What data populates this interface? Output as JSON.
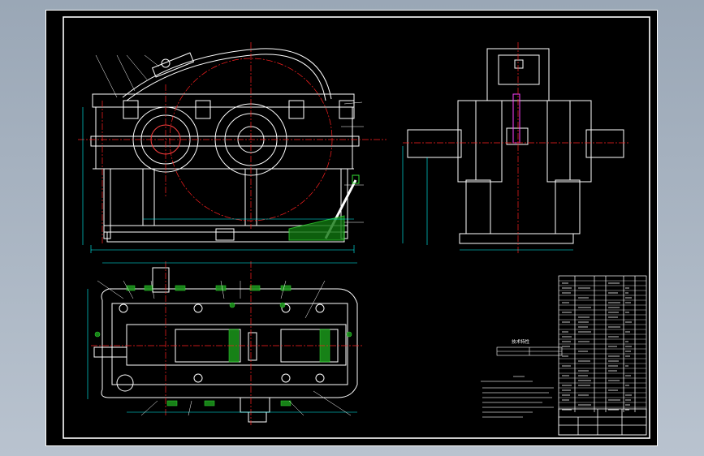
{
  "drawing": {
    "colors": {
      "background": "#000000",
      "frame": "#ffffff",
      "outline": "#ffffff",
      "center_line": "#ff2020",
      "dimension": "#00ffff",
      "hatch": "#33dd33",
      "accent": "#ff40ff",
      "desktop": "#a8b4c2"
    },
    "views": {
      "front": "front-elevation",
      "side": "side-elevation",
      "top": "plan-view"
    },
    "tech_box": {
      "title": "技术特性"
    }
  }
}
